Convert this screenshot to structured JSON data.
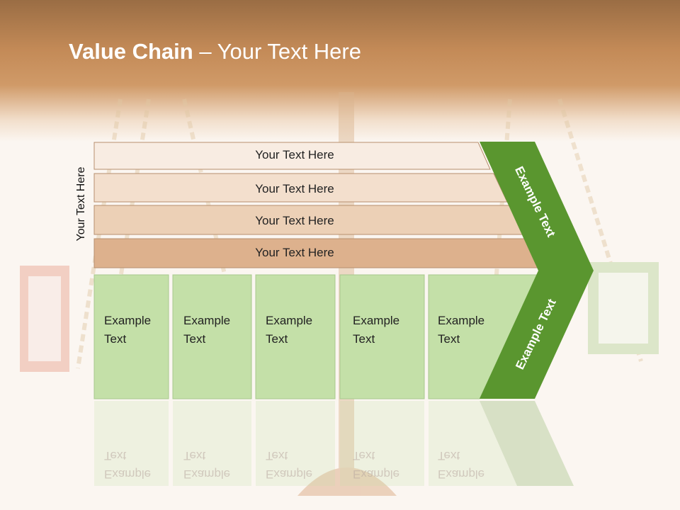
{
  "title": {
    "bold": "Value Chain",
    "rest": " – Your Text Here"
  },
  "side_label": "Your Text Here",
  "bars": [
    {
      "label": "Your Text Here",
      "color": "#f8ece2"
    },
    {
      "label": "Your Text Here",
      "color": "#f3dfcd"
    },
    {
      "label": "Your Text Here",
      "color": "#ecd0b6"
    },
    {
      "label": "Your Text Here",
      "color": "#ddb18d"
    }
  ],
  "cards": [
    {
      "line1": "Example",
      "line2": "Text"
    },
    {
      "line1": "Example",
      "line2": "Text"
    },
    {
      "line1": "Example",
      "line2": "Text"
    },
    {
      "line1": "Example",
      "line2": "Text"
    },
    {
      "line1": "Example",
      "line2": "Text"
    }
  ],
  "chevron": {
    "top_label": "Example Text",
    "bottom_label": "Example Text"
  },
  "colors": {
    "card_fill": "#c4e0a8",
    "card_border": "#a9c98e",
    "chevron_fill": "#5a962f",
    "bar_border": "#b78f6e"
  }
}
